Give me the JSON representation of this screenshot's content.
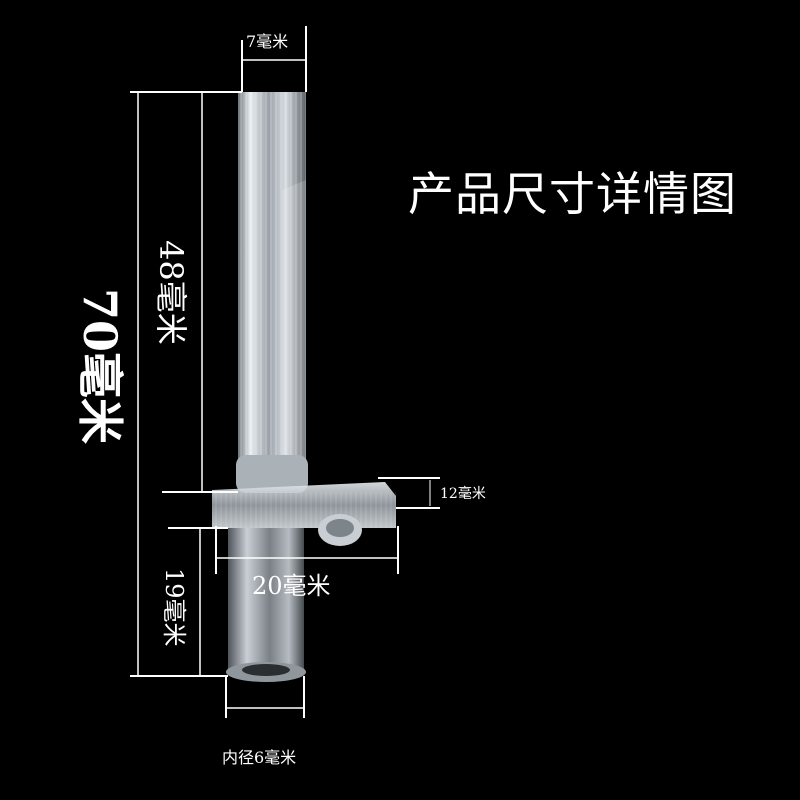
{
  "title": "产品尺寸详情图",
  "dimensions": {
    "width_top": "7毫米",
    "total_length": "70毫米",
    "upper_length": "48毫米",
    "flange_thickness": "12毫米",
    "flange_width": "20毫米",
    "lower_length": "19毫米",
    "inner_diameter": "内径6毫米"
  },
  "colors": {
    "background": "#000000",
    "text": "#ffffff",
    "dimension_line": "#ffffff",
    "tube": "#cfd6dc"
  }
}
